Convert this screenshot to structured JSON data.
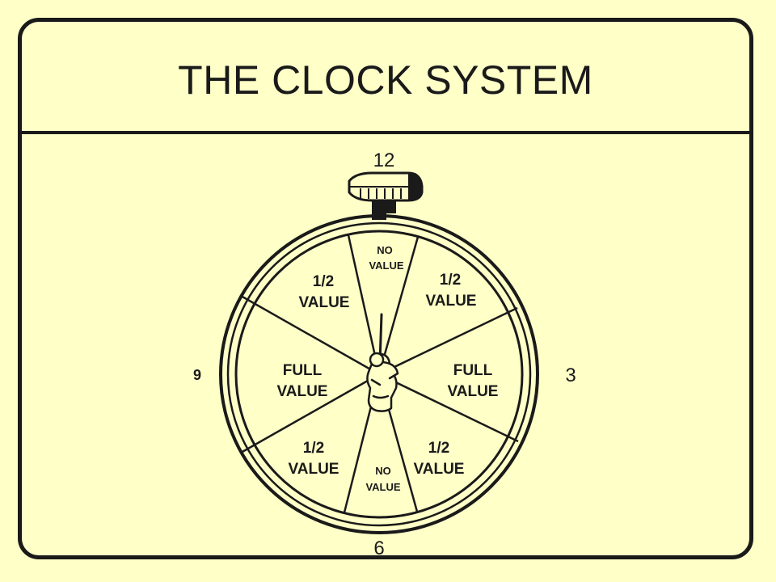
{
  "title": "THE CLOCK SYSTEM",
  "clock": {
    "hour_12": "12",
    "hour_3": "3",
    "hour_6": "6",
    "hour_9": "9"
  },
  "sectors": [
    {
      "position": "top",
      "line1": "NO",
      "line2": "VALUE"
    },
    {
      "position": "upper-right",
      "line1": "1/2",
      "line2": "VALUE"
    },
    {
      "position": "right",
      "line1": "FULL",
      "line2": "VALUE"
    },
    {
      "position": "lower-right",
      "line1": "1/2",
      "line2": "VALUE"
    },
    {
      "position": "bottom",
      "line1": "NO",
      "line2": "VALUE"
    },
    {
      "position": "lower-left",
      "line1": "1/2",
      "line2": "VALUE"
    },
    {
      "position": "left",
      "line1": "FULL",
      "line2": "VALUE"
    },
    {
      "position": "upper-left",
      "line1": "1/2",
      "line2": "VALUE"
    }
  ],
  "icons": {
    "clock": "stopwatch-icon",
    "figure": "rifleman-figure-icon"
  },
  "colors": {
    "background": "#ffffc8",
    "ink": "#1a1a1a"
  }
}
